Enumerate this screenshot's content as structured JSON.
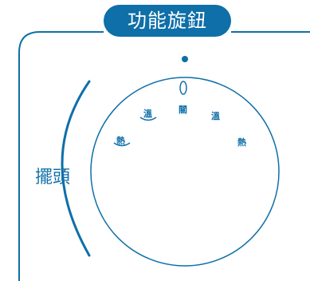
{
  "title": "功能旋鈕",
  "side_label": "擺頭",
  "knob": {
    "off_symbol": "0",
    "off_label": "關",
    "warm_label": "溫",
    "hot_label": "熱",
    "swing_warm_label": "溫",
    "swing_hot_label": "熱"
  },
  "colors": {
    "accent": "#0f6fa8",
    "background": "#ffffff"
  }
}
